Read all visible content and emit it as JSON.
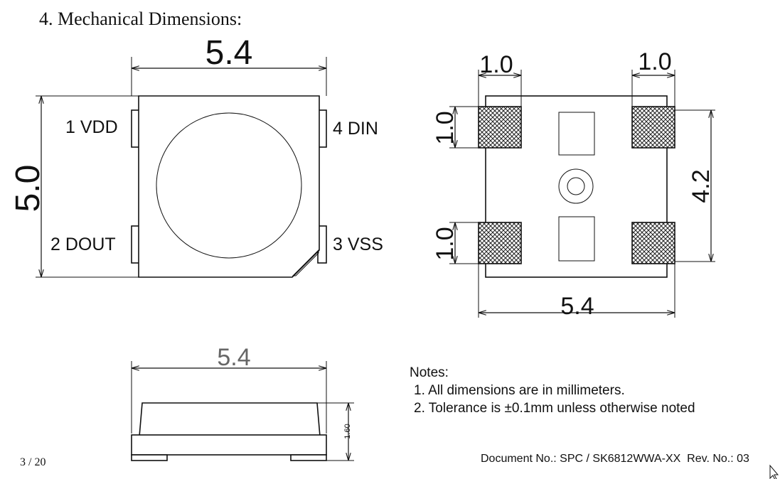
{
  "section_title": "4. Mechanical Dimensions:",
  "top_view": {
    "width_label": "5.4",
    "height_label": "5.0",
    "pins": {
      "pin1": "1 VDD",
      "pin2": "2 DOUT",
      "pin3": "3 VSS",
      "pin4": "4 DIN"
    }
  },
  "bottom_view": {
    "pad_width_left": "1.0",
    "pad_width_right": "1.0",
    "pad_height_top": "1.0",
    "pad_height_bottom": "1.0",
    "pad_span": "4.2",
    "width_label": "5.4"
  },
  "side_view": {
    "width_label": "5.4",
    "height_label": "1.60"
  },
  "notes": {
    "heading": "Notes:",
    "items": [
      "1. All dimensions are in millimeters.",
      "2. Tolerance is ±0.1mm unless otherwise noted"
    ]
  },
  "footer": {
    "page": "3 / 20",
    "document": "Document No.: SPC / SK6812WWA-XX  Rev. No.: 03"
  },
  "icons": [
    "mouse-cursor-icon"
  ]
}
